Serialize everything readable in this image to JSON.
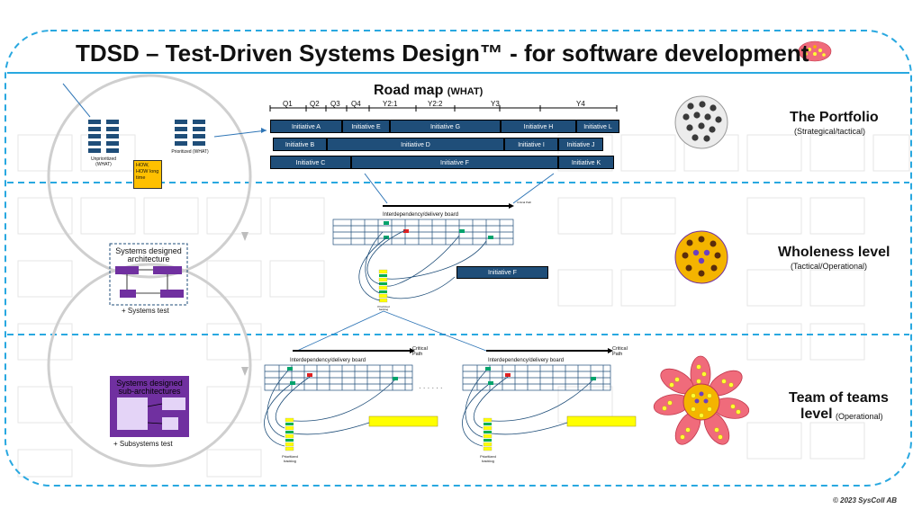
{
  "title": "TDSD – Test-Driven Systems Design™ - for software development",
  "roadmap": {
    "title": "Road map",
    "title_suffix": "(WHAT)",
    "quarters": [
      "Q1",
      "Q2",
      "Q3",
      "Q4",
      "Y2:1",
      "Y2:2",
      "Y3",
      "Y4"
    ],
    "initiatives": [
      "Initiative A",
      "Initiative E",
      "Initiative G",
      "Initiative H",
      "Initiative L",
      "Initiative B",
      "Initiative D",
      "Initiative I",
      "Initiative J",
      "Initiative C",
      "Initiative F",
      "Initiative K"
    ]
  },
  "left_panel": {
    "unprioritized": "Unprioritized (WHAT)",
    "prioritized": "Prioritized (WHAT)",
    "how_note": "HOW, HOW long time",
    "arch_title": "Systems designed architecture",
    "arch_test": "+ Systems test",
    "sub_title": "Systems designed sub-architectures",
    "sub_test": "+ Subsystems test"
  },
  "levels": {
    "portfolio": {
      "title": "The Portfolio",
      "sub": "(Strategical/tactical)"
    },
    "wholeness": {
      "title": "Wholeness level",
      "sub": "(Tactical/Operational)"
    },
    "team": {
      "title_line1": "Team of teams",
      "title_line2": "level",
      "sub": "(Operational)"
    }
  },
  "boards": {
    "interdep_label": "Interdependency/delivery board",
    "initiative_f": "Initiative F",
    "critical_path": "Critical Path",
    "prioritized_backlog": "Prioritized backlog",
    "ellipsis": "......"
  },
  "copyright": "© 2023 SysColl AB",
  "colors": {
    "accent_dashed": "#29a8e0",
    "initiative": "#1f4e79",
    "purple": "#7030a0",
    "yellow": "#ffff00"
  }
}
